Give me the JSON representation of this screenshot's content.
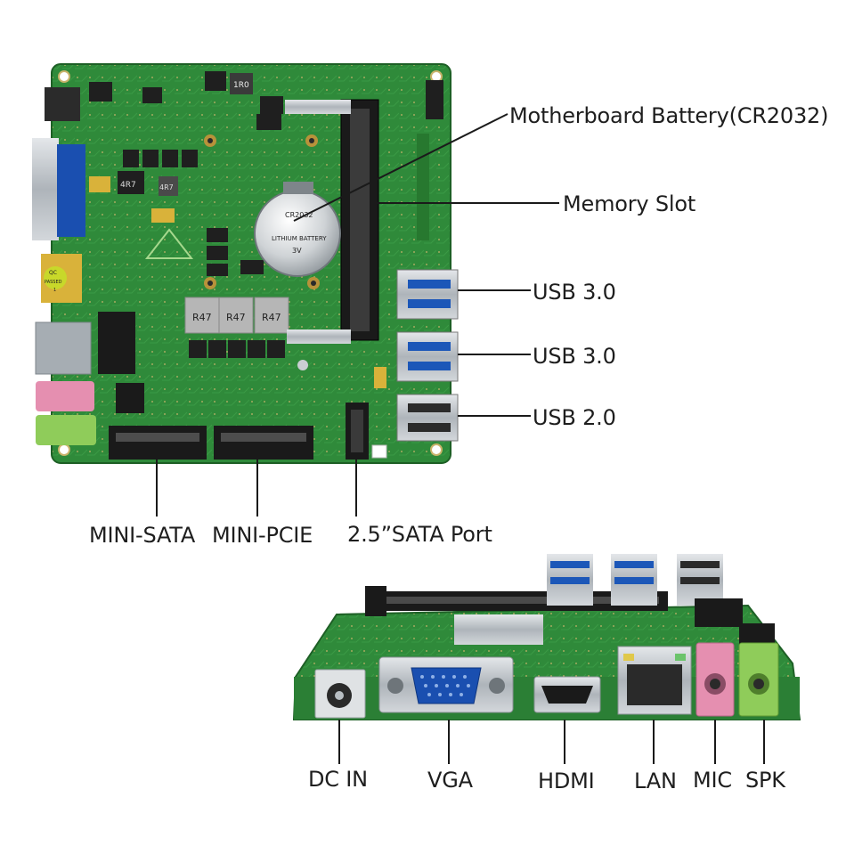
{
  "labels": {
    "battery": "Motherboard Battery(CR2032)",
    "memory": "Memory Slot",
    "usb30_a": "USB 3.0",
    "usb30_b": "USB 3.0",
    "usb20": "USB 2.0",
    "mini_sata": "MINI-SATA",
    "mini_pcie": "MINI-PCIE",
    "sata": "2.5”SATA Port",
    "dcin": "DC IN",
    "vga": "VGA",
    "hdmi": "HDMI",
    "lan": "LAN",
    "mic": "MIC",
    "spk": "SPK"
  },
  "board_markings": {
    "battery_text_1": "CR2032",
    "battery_text_2": "LITHIUM BATTERY",
    "battery_text_3": "3V",
    "inductor_1": "R47",
    "inductor_2": "R47",
    "inductor_3": "R47",
    "inductor_top": "1R0",
    "inductor_4r7_a": "4R7",
    "inductor_4r7_b": "4R7",
    "qc_1": "QC",
    "qc_2": "PASSED",
    "qc_3": "1"
  },
  "colors": {
    "pcb": "#2f8a3a",
    "pcb_dark": "#216b2b",
    "vga_blue": "#1a4fb0",
    "mic_pink": "#e58fb0",
    "spk_green": "#8fcc5a",
    "metal": "#b8bec3"
  }
}
